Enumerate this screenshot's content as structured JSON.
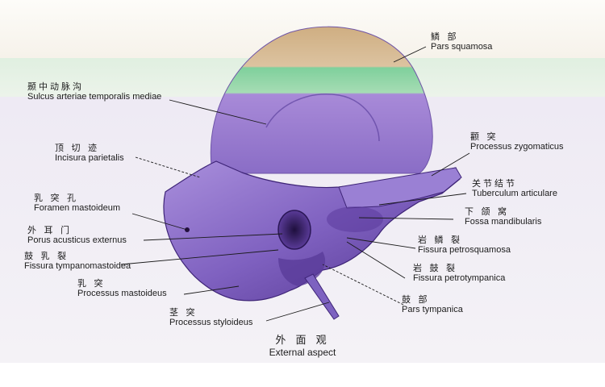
{
  "figure": {
    "caption_zh": "外 面 观",
    "caption_latin": "External aspect"
  },
  "labels": {
    "pars_squamosa": {
      "zh": "鳞 部",
      "latin": "Pars squamosa"
    },
    "sulcus": {
      "zh": "颞中动脉沟",
      "latin": "Sulcus arteriae temporalis mediae"
    },
    "zygomaticus": {
      "zh": "颧 突",
      "latin": "Processus zygomaticus"
    },
    "incisura": {
      "zh": "顶 切 迹",
      "latin": "Incisura parietalis"
    },
    "tuberculum": {
      "zh": "关节结节",
      "latin": "Tuberculum articulare"
    },
    "foramen": {
      "zh": "乳 突 孔",
      "latin": "Foramen mastoideum"
    },
    "fossa": {
      "zh": "下 颌 窝",
      "latin": "Fossa mandibularis"
    },
    "porus": {
      "zh": "外 耳 门",
      "latin": "Porus acusticus externus"
    },
    "petrosquamosa": {
      "zh": "岩 鳞 裂",
      "latin": "Fissura petrosquamosa"
    },
    "tympanomastoidea": {
      "zh": "鼓 乳 裂",
      "latin": "Fissura tympanomastoidea"
    },
    "petrotympanica": {
      "zh": "岩 鼓 裂",
      "latin": "Fissura petrotympanica"
    },
    "mastoideus": {
      "zh": "乳 突",
      "latin": "Processus mastoideus"
    },
    "pars_tympanica": {
      "zh": "鼓 部",
      "latin": "Pars tympanica"
    },
    "styloideus": {
      "zh": "茎 突",
      "latin": "Processus styloideus"
    }
  },
  "colors": {
    "squama_top": "#d2b48c",
    "squama_mid": "#8fd4a6",
    "bone": "#8b6fc7",
    "bone_dark": "#4e2f8f",
    "leader": "#1a1a1a"
  }
}
